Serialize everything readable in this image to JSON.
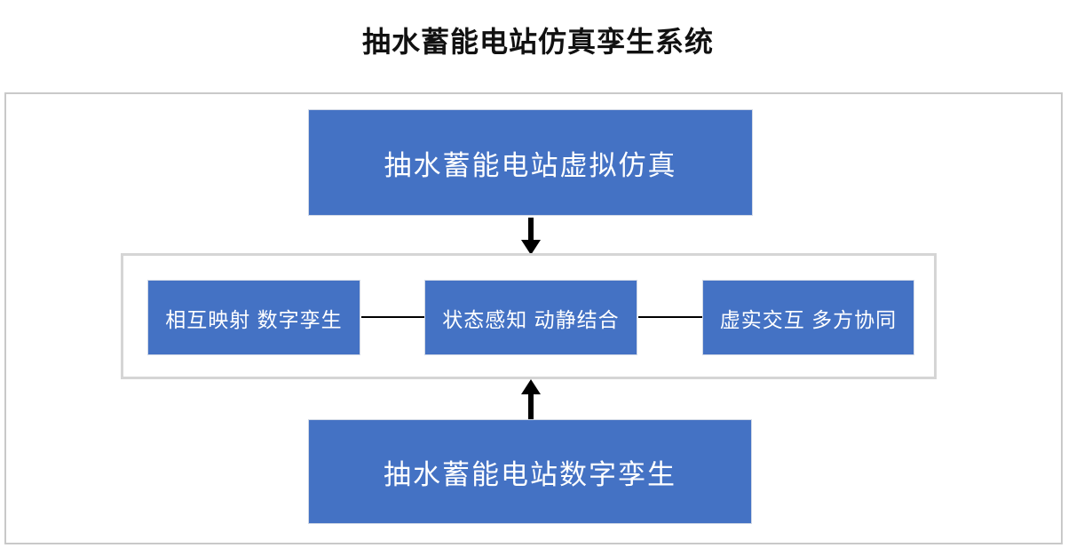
{
  "title": "抽水蓄能电站仿真孪生系统",
  "colors": {
    "box_fill": "#4472C4",
    "box_text": "#FFFFFF",
    "outer_frame_border": "#C9C9C9",
    "inner_frame_border": "#D5D5D5",
    "arrow": "#000000"
  },
  "diagram": {
    "top_box": "抽水蓄能电站虚拟仿真",
    "middle_boxes": [
      "相互映射 数字孪生",
      "状态感知 动静结合",
      "虚实交互 多方协同"
    ],
    "bottom_box": "抽水蓄能电站数字孪生"
  }
}
